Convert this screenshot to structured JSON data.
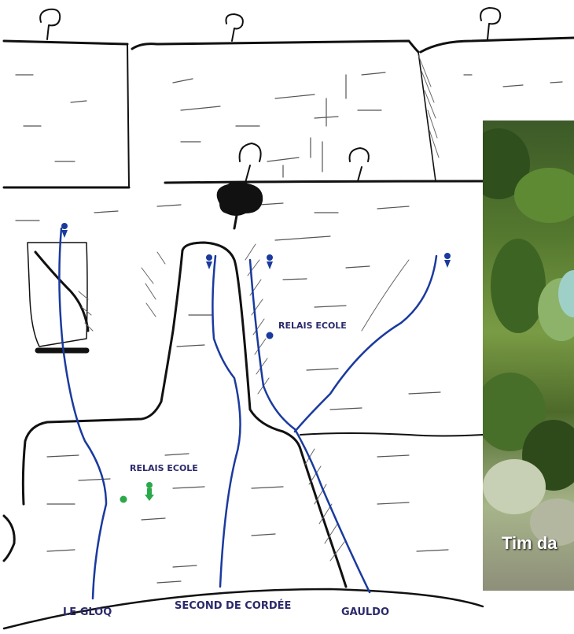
{
  "routes": [
    {
      "name": "LE GLOQ"
    },
    {
      "name": "SECOND DE CORDÉE"
    },
    {
      "name": "GAULDO"
    }
  ],
  "relays": [
    {
      "label": "RELAIS ECOLE"
    },
    {
      "label": "RELAIS ECOLE"
    }
  ],
  "photo": {
    "caption": "Tim da"
  },
  "colors": {
    "route_line": "#1a3a9e",
    "label_text": "#2b2a6b",
    "anchor_blue": "#1a3a9e",
    "anchor_green": "#2aa84a",
    "ink": "#111111"
  }
}
